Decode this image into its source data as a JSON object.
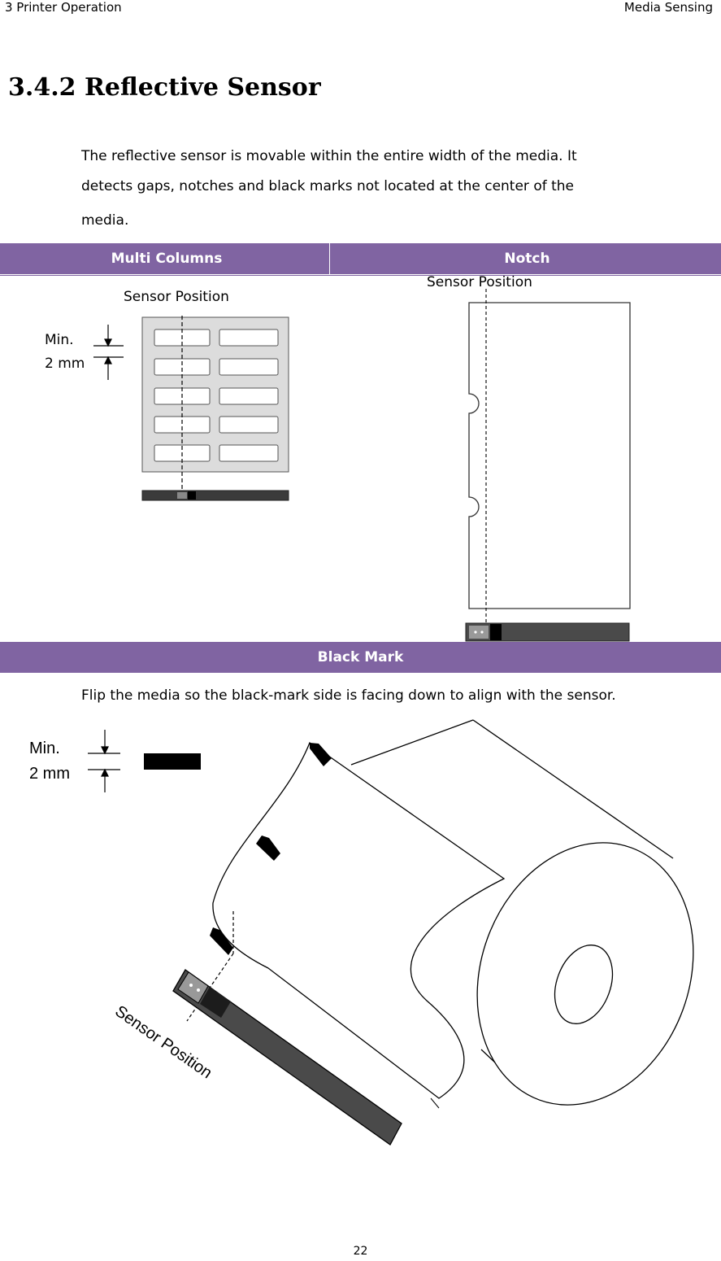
{
  "header": {
    "left": "3    Printer Operation",
    "right": "Media Sensing"
  },
  "section_title": "3.4.2  Reflective Sensor",
  "intro": [
    "The reflective sensor is movable within the entire width of the media. It",
    "detects gaps, notches and black marks not located at the center of the",
    "media."
  ],
  "table": {
    "col1": "Multi Columns",
    "col2": "Notch",
    "row2": "Black Mark"
  },
  "multi_columns": {
    "sensor_label": "Sensor Position",
    "min": "Min.",
    "mm": "2 mm"
  },
  "notch": {
    "sensor_label": "Sensor Position"
  },
  "black_mark": {
    "instruction": "Flip the media so the black-mark side is facing down to align with the sensor.",
    "min": "Min.",
    "mm": "2 mm",
    "sensor_label": "Sensor Position"
  },
  "page_number": "22"
}
